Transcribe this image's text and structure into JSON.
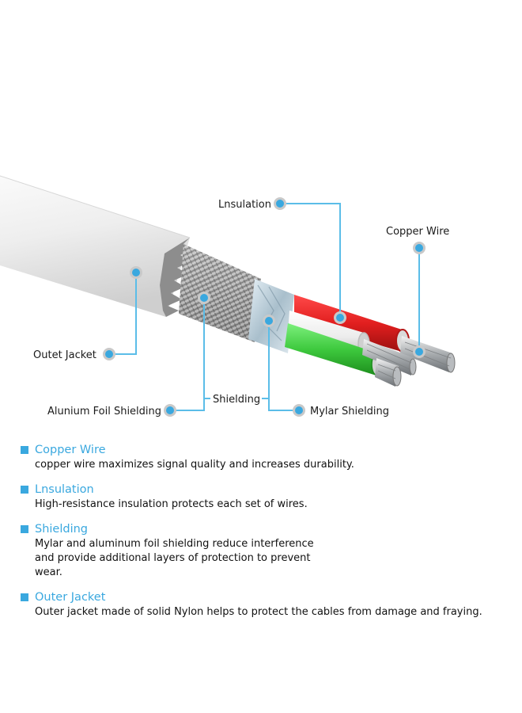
{
  "colors": {
    "accent": "#3aa8df",
    "leader": "#5bbde8",
    "jacket": "#e9e9e9",
    "insulation_red": "#e21f1f",
    "insulation_white": "#f4f4f4",
    "insulation_green": "#3ec93e",
    "copper_wire": "#c9cccf"
  },
  "callouts": {
    "insulation": "Lnsulation",
    "copper_wire": "Copper Wire",
    "outer_jacket": "Outet Jacket",
    "shielding": "Shielding",
    "aluminium_foil": "Alunium Foil Shielding",
    "mylar": "Mylar Shielding"
  },
  "features": [
    {
      "title": "Copper Wire",
      "description": "copper wire maximizes signal quality and increases durability."
    },
    {
      "title": "Lnsulation",
      "description": "High-resistance insulation protects each set of wires."
    },
    {
      "title": "Shielding",
      "description": "Mylar and aluminum foil shielding reduce interference and provide additional layers of protection to prevent wear."
    },
    {
      "title": "Outer Jacket",
      "description": "Outer jacket made of solid Nylon helps to protect the cables from damage and fraying."
    }
  ]
}
